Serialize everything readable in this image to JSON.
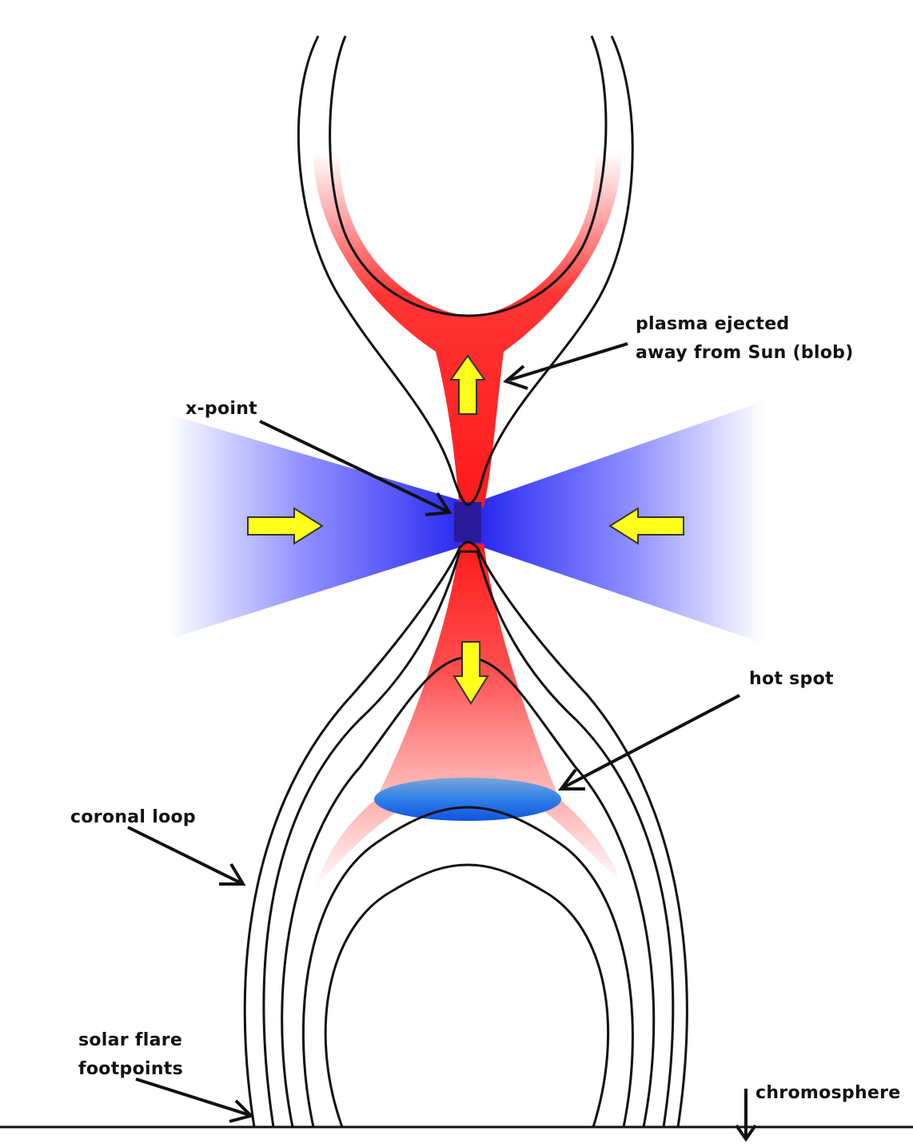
{
  "labels": {
    "plasma": [
      "plasma ejected",
      "away from Sun (blob)"
    ],
    "xpoint": "x-point",
    "hotspot": "hot spot",
    "coronal": "coronal loop",
    "footpoints": [
      "solar flare",
      "footpoints"
    ],
    "chromosphere": "chromosphere"
  },
  "colors": {
    "plasma_red": "#ff1a1a",
    "inflow_blue": "#3333ff",
    "xpoint_core": "#2a1a9a",
    "hotspot_blue": "#1f6fe6",
    "arrow_yellow": "#ffff1a",
    "field_line": "#111111"
  },
  "icons": [
    "yellow-up-arrow",
    "yellow-down-arrow",
    "yellow-right-arrow",
    "yellow-left-arrow"
  ]
}
